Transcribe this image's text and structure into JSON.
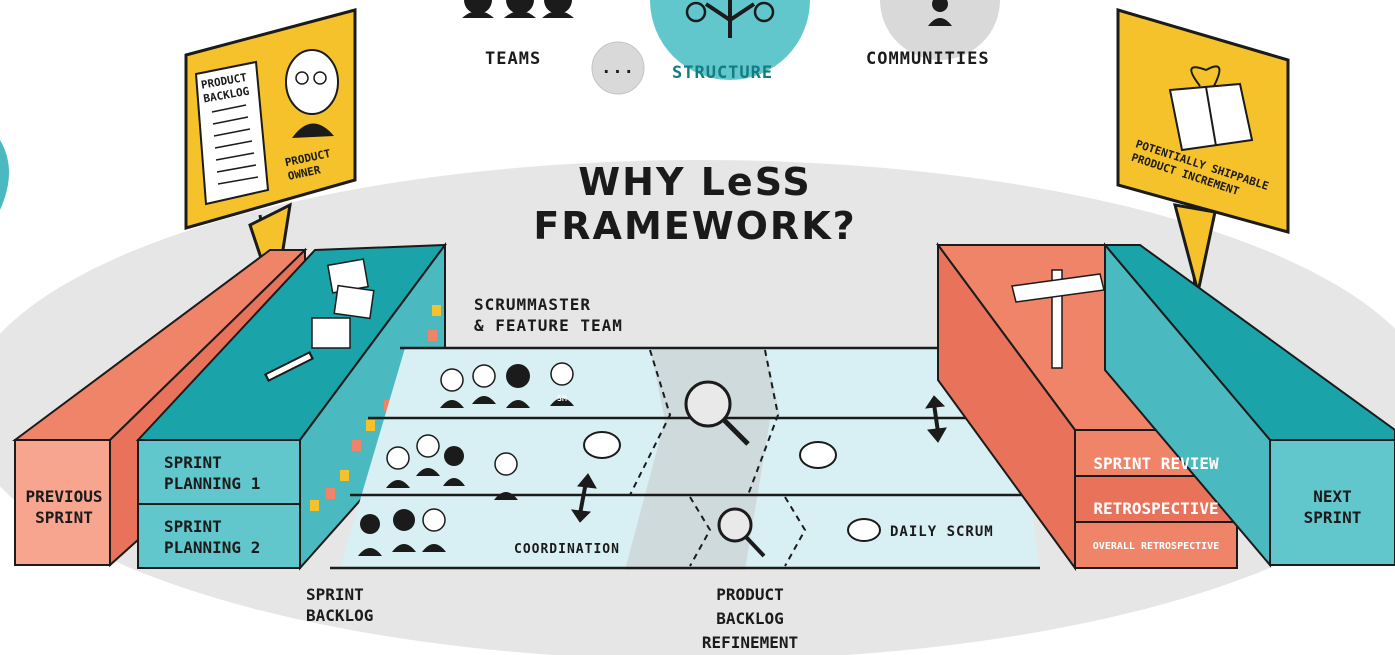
{
  "title": "WHY LeSS FRAMEWORK?",
  "top_row": {
    "teams": "TEAMS",
    "ellipsis": "...",
    "structure": "STRUCTURE",
    "communities": "COMMUNITIES"
  },
  "signs": {
    "backlog": "PRODUCT BACKLOG",
    "owner": "PRODUCT OWNER",
    "increment": "POTENTIALLY SHIPPABLE PRODUCT INCREMENT"
  },
  "labels": {
    "scrummaster_line1": "SCRUMMASTER",
    "scrummaster_line2": "& FEATURE TEAM",
    "previous_sprint_line1": "PREVIOUS",
    "previous_sprint_line2": "SPRINT",
    "sprint_planning_1_line1": "SPRINT",
    "sprint_planning_1_line2": "PLANNING 1",
    "sprint_planning_2_line1": "SPRINT",
    "sprint_planning_2_line2": "PLANNING 2",
    "sprint_backlog_line1": "SPRINT",
    "sprint_backlog_line2": "BACKLOG",
    "coordination": "COORDINATION",
    "pbr_line1": "PRODUCT",
    "pbr_line2": "BACKLOG",
    "pbr_line3": "REFINEMENT",
    "daily_scrum": "DAILY SCRUM",
    "sprint_review": "SPRINT REVIEW",
    "retrospective": "RETROSPECTIVE",
    "overall_retrospective": "OVERALL RETROSPECTIVE",
    "next_sprint_line1": "NEXT",
    "next_sprint_line2": "SPRINT",
    "sm_badge": "SM"
  },
  "colors": {
    "teal": "#1aa3a8",
    "teal_light": "#62c7cd",
    "coral": "#f08468",
    "coral_light": "#f7a58f",
    "yellow": "#f5c22c",
    "lane": "#d8eff3",
    "ellipse": "#e6e6e6",
    "ink": "#1b1b1b"
  }
}
